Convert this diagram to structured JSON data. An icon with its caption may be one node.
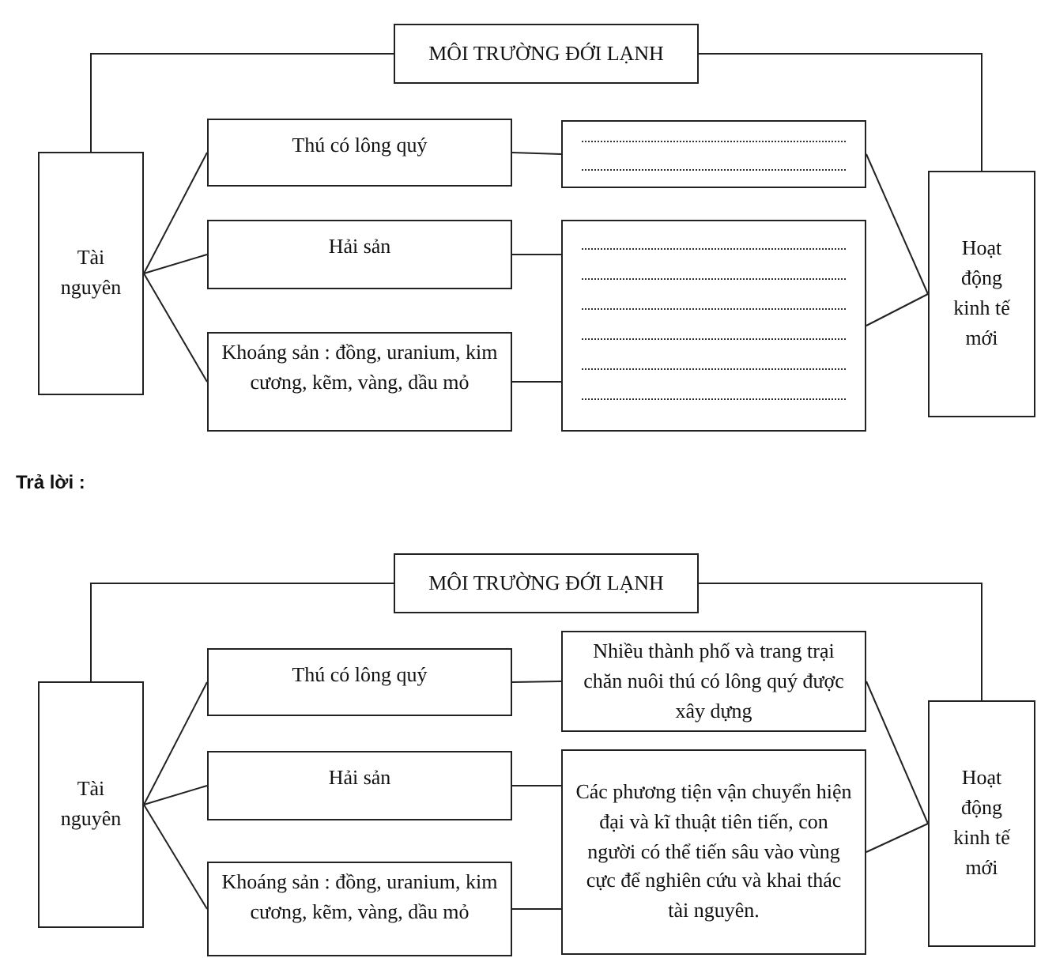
{
  "diagram": {
    "nodes": [
      {
        "text": [
          "MÔI TRƯỜNG ĐỚI LẠNH"
        ]
      },
      {
        "text": [
          "Tài nguyên"
        ]
      },
      {
        "text": [
          "Thú có lông quý"
        ]
      },
      {
        "text": [
          "Hải sản"
        ]
      },
      {
        "text": [
          "Khoáng sản : đồng, uranium, kim cương, kẽm, vàng, dầu mỏ"
        ]
      },
      {
        "text": [],
        "shape": "box"
      },
      {
        "text": [],
        "shape": "box"
      },
      {
        "text": [
          "Hoạt động kinh tế mới"
        ]
      },
      {
        "text": [
          "MÔI TRƯỜNG ĐỚI LẠNH"
        ]
      },
      {
        "text": [
          "Tài nguyên"
        ]
      },
      {
        "text": [
          "Thú có lông quý"
        ]
      },
      {
        "text": [
          "Hải sản"
        ]
      },
      {
        "text": [
          "Khoáng sản : đồng, uranium, kim cương, kẽm, vàng, dầu mỏ"
        ]
      },
      {
        "text": [
          "Nhiều thành phố và trang trại chăn nuôi thú có lông quý được xây dựng"
        ]
      },
      {
        "text": [
          "Các phương tiện vận chuyển hiện đại và kĩ thuật tiên tiến, con người có thể tiến sâu vào vùng cực để nghiên cứu và khai thác tài nguyên."
        ]
      },
      {
        "text": [
          "Hoạt động kinh tế mới"
        ]
      }
    ],
    "edges": [
      {
        "from": 1,
        "to": 0,
        "arrow": "none"
      },
      {
        "from": 0,
        "to": 7,
        "arrow": "none"
      },
      {
        "from": 1,
        "to": 2,
        "arrow": "none"
      },
      {
        "from": 1,
        "to": 3,
        "arrow": "none"
      },
      {
        "from": 1,
        "to": 4,
        "arrow": "none"
      },
      {
        "from": 2,
        "to": 5,
        "arrow": "none"
      },
      {
        "from": 3,
        "to": 6,
        "arrow": "none"
      },
      {
        "from": 4,
        "to": 6,
        "arrow": "none"
      },
      {
        "from": 5,
        "to": 7,
        "arrow": "none"
      },
      {
        "from": 6,
        "to": 7,
        "arrow": "none"
      },
      {
        "from": 9,
        "to": 8,
        "arrow": "none"
      },
      {
        "from": 8,
        "to": 15,
        "arrow": "none"
      },
      {
        "from": 9,
        "to": 10,
        "arrow": "none"
      },
      {
        "from": 9,
        "to": 11,
        "arrow": "none"
      },
      {
        "from": 9,
        "to": 12,
        "arrow": "none"
      },
      {
        "from": 10,
        "to": 13,
        "arrow": "none"
      },
      {
        "from": 11,
        "to": 14,
        "arrow": "none"
      },
      {
        "from": 12,
        "to": 14,
        "arrow": "none"
      },
      {
        "from": 13,
        "to": 15,
        "arrow": "none"
      },
      {
        "from": 14,
        "to": 15,
        "arrow": "none"
      }
    ],
    "labels": [
      "Trả lời :"
    ]
  }
}
